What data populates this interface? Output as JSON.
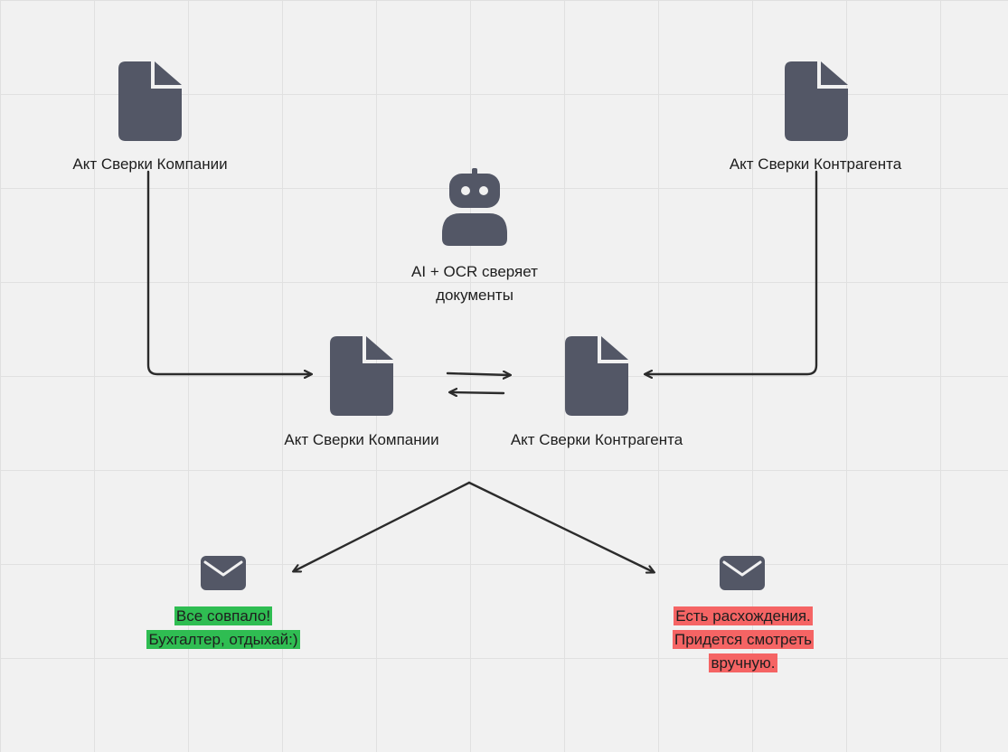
{
  "colors": {
    "icon": "#535766",
    "line": "#2b2b2b",
    "ok": "#2fbd52",
    "bad": "#f56464"
  },
  "nodes": {
    "doc_company_top": {
      "icon": "document-icon",
      "label": "Акт Сверки Компании"
    },
    "doc_counterparty_top": {
      "icon": "document-icon",
      "label": "Акт Сверки Контрагента"
    },
    "robot": {
      "icon": "robot-icon",
      "label_line1": "AI + OCR сверяет",
      "label_line2": "документы"
    },
    "doc_company_mid": {
      "icon": "document-icon",
      "label": "Акт Сверки Компании"
    },
    "doc_counterparty_mid": {
      "icon": "document-icon",
      "label": "Акт Сверки Контрагента"
    },
    "mail_ok": {
      "icon": "envelope-icon",
      "label_line1": "Все совпало!",
      "label_line2": "Бухгалтер, отдыхай:)"
    },
    "mail_bad": {
      "icon": "envelope-icon",
      "label_line1": "Есть расхождения.",
      "label_line2": "Придется смотреть",
      "label_line3": "вручную."
    }
  }
}
